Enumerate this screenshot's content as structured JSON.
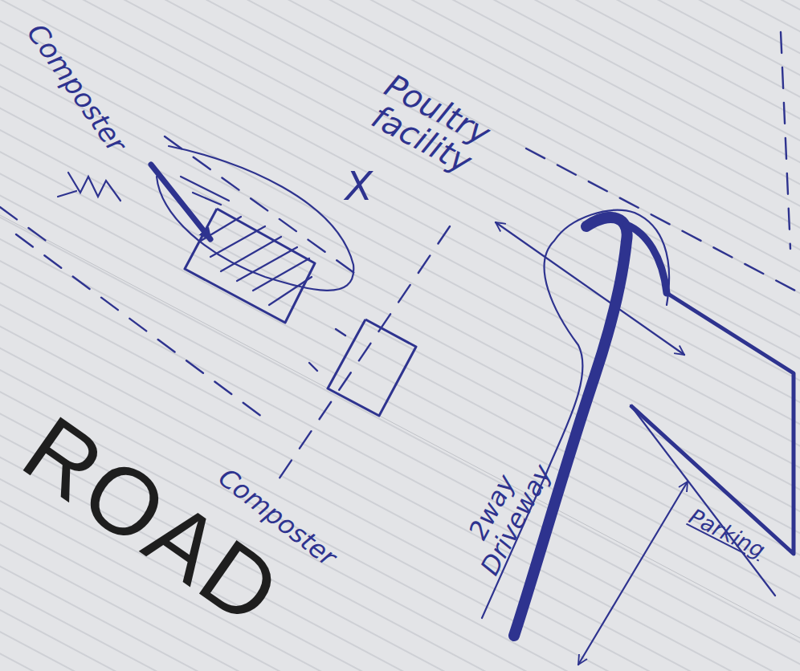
{
  "diagram": {
    "nodes": [
      {
        "text": [
          "Composter"
        ]
      },
      {
        "text": [
          "Composter"
        ]
      },
      {
        "text": [
          "Parking"
        ]
      }
    ],
    "labels": [
      "Poultry facility",
      "X",
      "2way Driveway",
      "ROAD"
    ]
  }
}
